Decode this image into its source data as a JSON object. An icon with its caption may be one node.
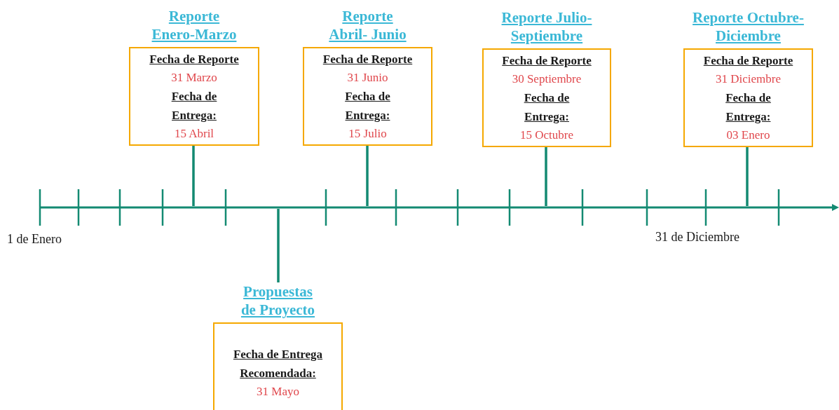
{
  "diagram": {
    "nodes": [
      {
        "text": [
          "Reporte Enero-Marzo",
          "Fecha de Reporte",
          "31 Marzo",
          "Fecha de Entrega:",
          "15 Abril"
        ]
      },
      {
        "text": [
          "Reporte Abril- Junio",
          "Fecha de Reporte",
          "31 Junio",
          "Fecha de Entrega:",
          "15 Julio"
        ]
      },
      {
        "text": [
          "Reporte Julio- Septiembre",
          "Fecha de Reporte",
          "30 Septiembre",
          "Fecha de Entrega:",
          "15 Octubre"
        ]
      },
      {
        "text": [
          "Reporte Octubre-Diciembre",
          "Fecha de Reporte",
          "31 Diciembre",
          "Fecha de Entrega:",
          "03 Enero"
        ]
      },
      {
        "text": [],
        "shape": "line"
      },
      {
        "text": [
          "Propuestas de Proyecto",
          "Fecha de Entrega Recomendada:",
          "31 Mayo"
        ]
      }
    ],
    "edges": [
      {
        "from": 0,
        "to": 4,
        "arrow": "none"
      },
      {
        "from": 1,
        "to": 4,
        "arrow": "none"
      },
      {
        "from": 2,
        "to": 4,
        "arrow": "none"
      },
      {
        "from": 3,
        "to": 4,
        "arrow": "none"
      },
      {
        "from": 4,
        "to": 5,
        "arrow": "none"
      }
    ],
    "labels": [
      "1 de Enero",
      "31 de Diciembre"
    ]
  }
}
